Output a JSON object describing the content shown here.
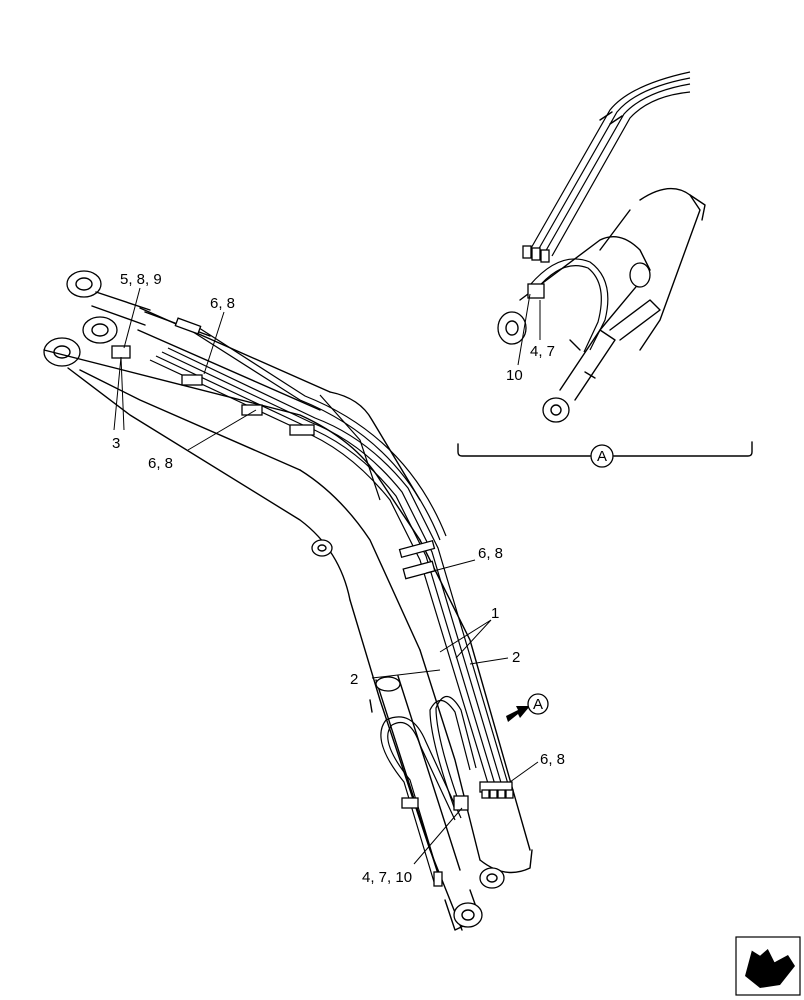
{
  "callouts": {
    "c_589": "5, 8, 9",
    "c_68_top": "6, 8",
    "c_3": "3",
    "c_68_left": "6, 8",
    "c_68_mid": "6, 8",
    "c_1": "1",
    "c_2_right": "2",
    "c_2_left": "2",
    "c_68_low": "6, 8",
    "c_4710": "4, 7, 10",
    "c_10_detail": "10",
    "c_47_detail": "4, 7"
  },
  "view_marker": {
    "letter": "A",
    "arrow_letter": "A"
  }
}
